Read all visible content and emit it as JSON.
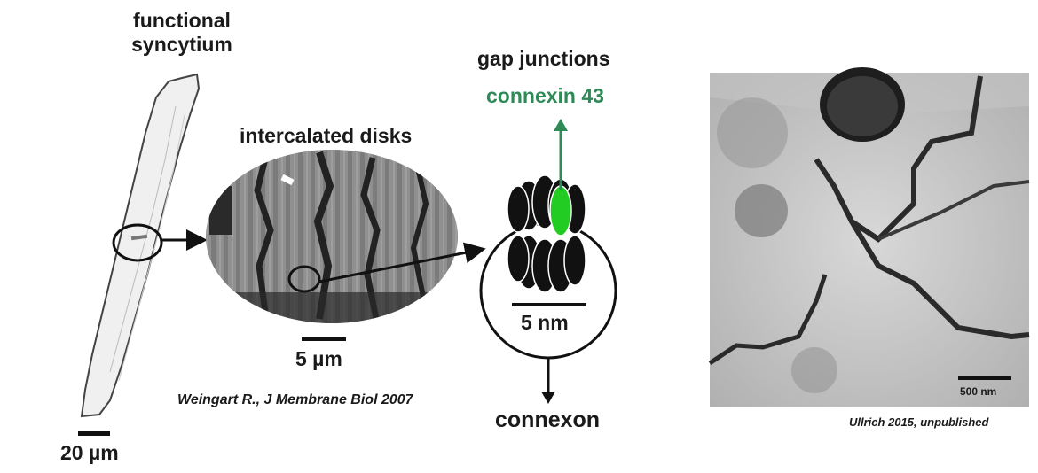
{
  "labels": {
    "functional_syncytium_line1": "functional",
    "functional_syncytium_line2": "syncytium",
    "intercalated_disks": "intercalated disks",
    "gap_junctions": "gap junctions",
    "connexin": "connexin 43",
    "connexon": "connexon"
  },
  "scale_bars": {
    "cell": "20 µm",
    "disks": "5 µm",
    "junction": "5 nm",
    "micrograph": "500 nm"
  },
  "citations": {
    "left": "Weingart R., J Membrane Biol 2007",
    "right": "Ullrich 2015, unpublished"
  },
  "colors": {
    "connexin_green": "#2e8b57",
    "highlight_green": "#22cc22",
    "ink": "#111111"
  }
}
